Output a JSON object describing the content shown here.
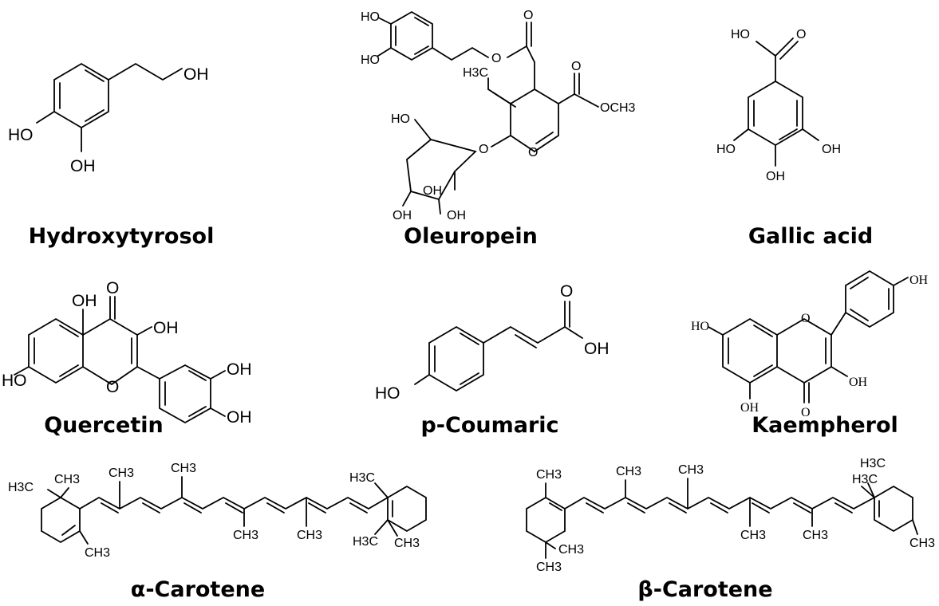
{
  "molecules": [
    {
      "name": "Hydroxytyrosol",
      "labels": [
        "OH",
        "HO",
        "OH"
      ]
    },
    {
      "name": "Oleuropein",
      "labels": [
        "HO",
        "HO",
        "O",
        "O",
        "H3C",
        "O",
        "OCH3",
        "HO",
        "O",
        "O",
        "OH",
        "OH",
        "OH"
      ]
    },
    {
      "name": "Gallic acid",
      "labels": [
        "HO",
        "O",
        "HO",
        "OH",
        "OH"
      ]
    },
    {
      "name": "Quercetin",
      "labels": [
        "OH",
        "O",
        "OH",
        "HO",
        "O",
        "OH",
        "OH"
      ]
    },
    {
      "name": "p-Coumaric",
      "labels": [
        "O",
        "OH",
        "HO"
      ]
    },
    {
      "name": "Kaempherol",
      "labels": [
        "OH",
        "HO",
        "O",
        "OH",
        "OH",
        "O"
      ]
    },
    {
      "name": "α-Carotene",
      "labels": [
        "H3C",
        "CH3",
        "CH3",
        "CH3",
        "CH3",
        "CH3",
        "H3C",
        "H3C",
        "CH3",
        "CH3"
      ]
    },
    {
      "name": "β-Carotene",
      "labels": [
        "CH3",
        "CH3",
        "CH3",
        "CH3",
        "CH3",
        "CH3",
        "H3C",
        "H3C",
        "CH3",
        "CH3"
      ]
    }
  ]
}
